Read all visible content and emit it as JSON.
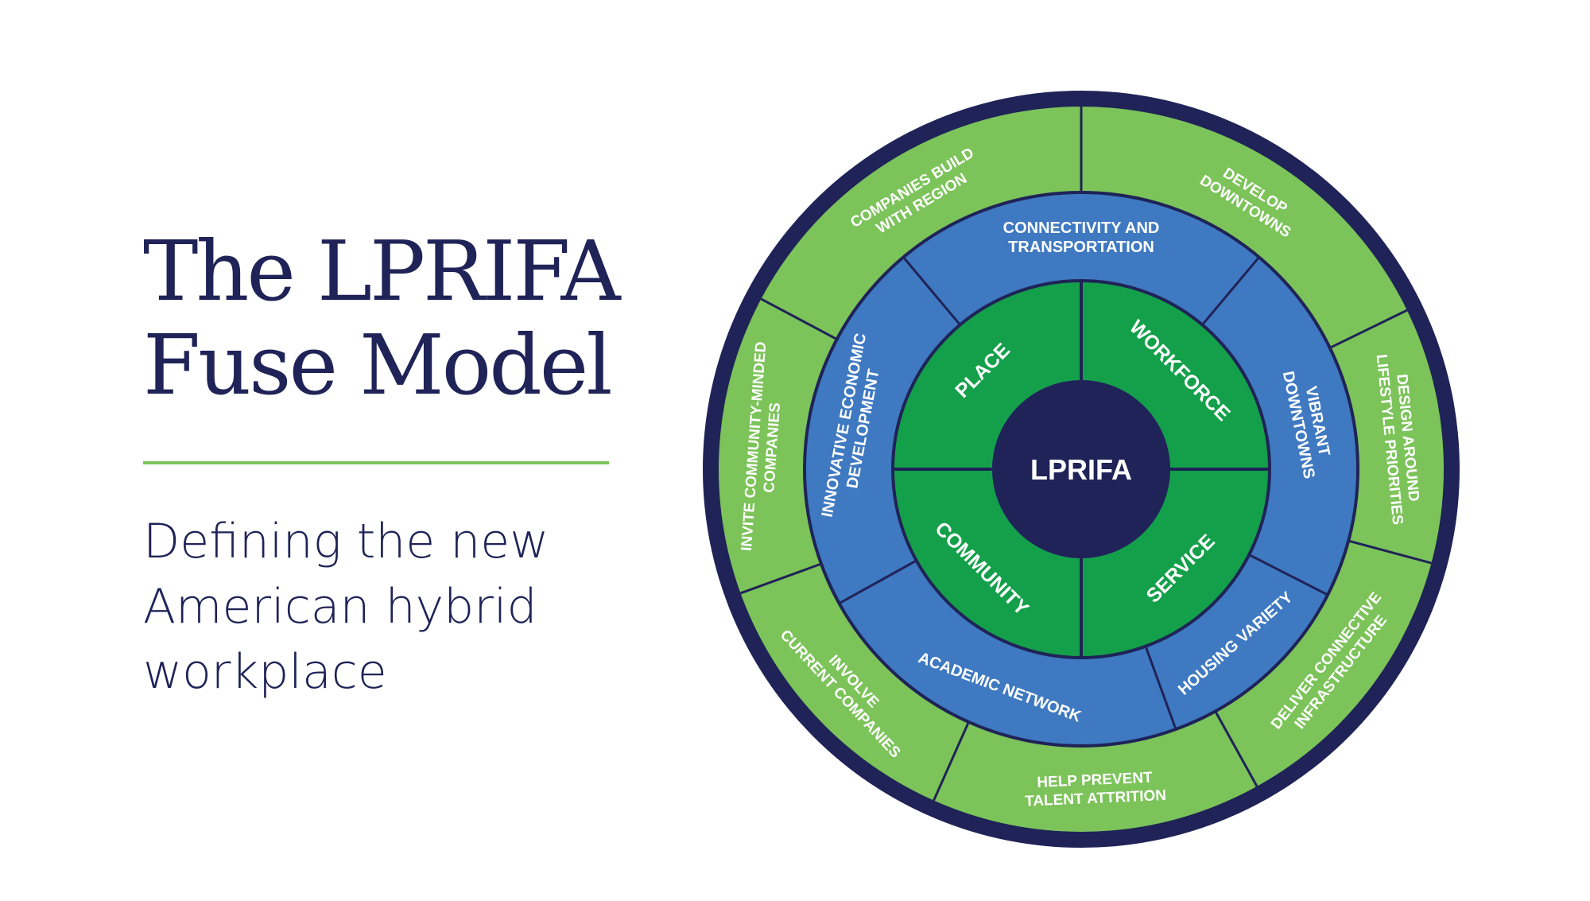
{
  "title": {
    "line1": "The LPRIFA",
    "line2": "Fuse Model"
  },
  "subtitle": {
    "line1": "Defining the new",
    "line2": "American hybrid",
    "line3": "workplace"
  },
  "colors": {
    "navy": "#1f2357",
    "outer_green": "#7cc35a",
    "inner_green": "#14a04a",
    "blue": "#3f79c1",
    "divider": "#7cc35a"
  },
  "wheel": {
    "center_label": "LPRIFA",
    "core": [
      {
        "label": "PLACE"
      },
      {
        "label": "WORKFORCE"
      },
      {
        "label": "SERVICE"
      },
      {
        "label": "COMMUNITY"
      }
    ],
    "middle": [
      {
        "lines": [
          "CONNECTIVITY AND",
          "TRANSPORTATION"
        ]
      },
      {
        "lines": [
          "VIBRANT",
          "DOWNTOWNS"
        ]
      },
      {
        "lines": [
          "HOUSING VARIETY"
        ]
      },
      {
        "lines": [
          "ACADEMIC NETWORK"
        ]
      },
      {
        "lines": [
          "INNOVATIVE ECONOMIC",
          "DEVELOPMENT"
        ]
      }
    ],
    "outer": [
      {
        "lines": [
          "DEVELOP",
          "DOWNTOWNS"
        ]
      },
      {
        "lines": [
          "DESIGN AROUND",
          "LIFESTYLE PRIORITIES"
        ]
      },
      {
        "lines": [
          "DELIVER CONNECTIVE",
          "INFRASTRUCTURE"
        ]
      },
      {
        "lines": [
          "HELP PREVENT",
          "TALENT ATTRITION"
        ]
      },
      {
        "lines": [
          "INVOLVE",
          "CURRENT COMPANIES"
        ]
      },
      {
        "lines": [
          "INVITE COMMUNITY-MINDED",
          "COMPANIES"
        ]
      },
      {
        "lines": [
          "COMPANIES BUILD",
          "WITH REGION"
        ]
      }
    ]
  }
}
